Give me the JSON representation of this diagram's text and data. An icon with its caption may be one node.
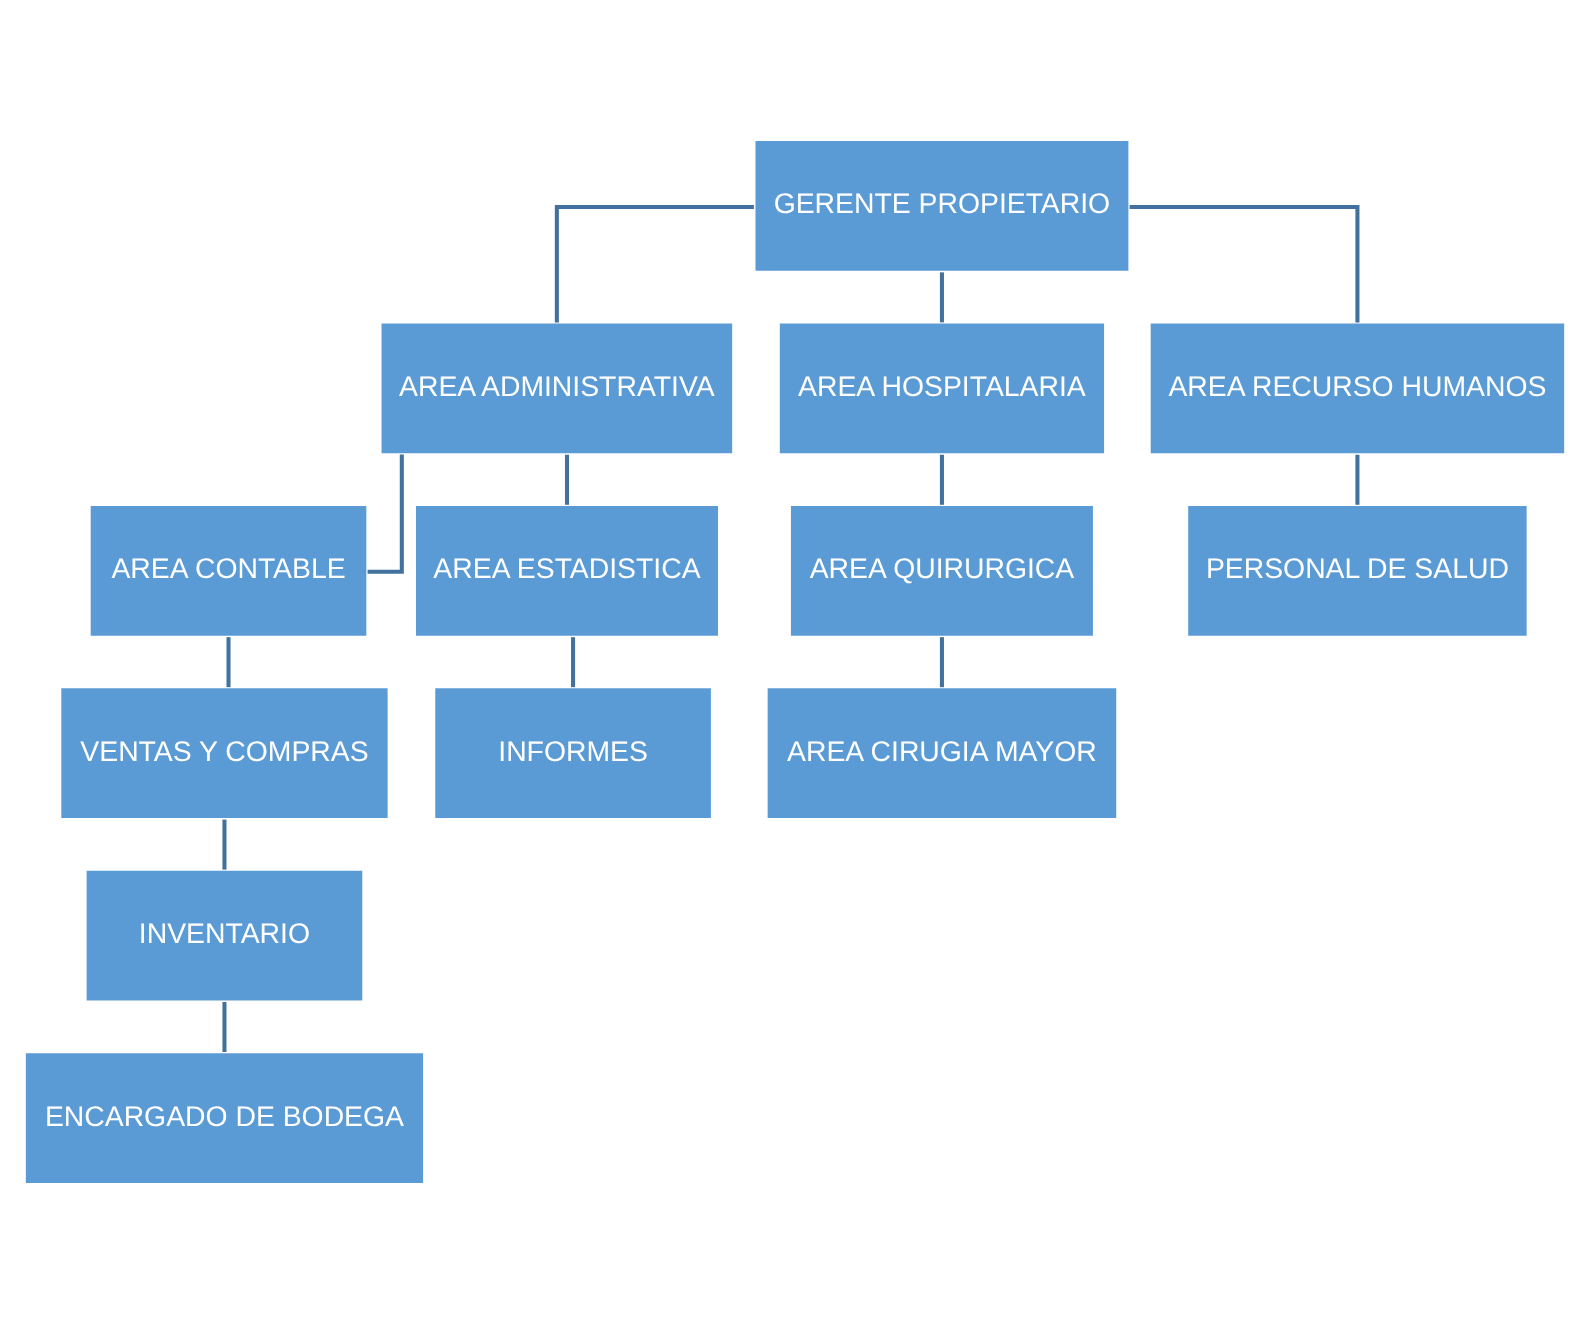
{
  "diagram": {
    "nodes": [
      {
        "text": [
          "GERENTE PROPIETARIO"
        ]
      },
      {
        "text": [
          "AREA ADMINISTRATIVA"
        ]
      },
      {
        "text": [
          "AREA HOSPITALARIA"
        ]
      },
      {
        "text": [
          "AREA RECURSO HUMANOS"
        ]
      },
      {
        "text": [
          "AREA CONTABLE"
        ]
      },
      {
        "text": [
          "AREA ESTADISTICA"
        ]
      },
      {
        "text": [
          "AREA QUIRURGICA"
        ]
      },
      {
        "text": [
          "PERSONAL DE SALUD"
        ]
      },
      {
        "text": [
          "VENTAS Y COMPRAS"
        ]
      },
      {
        "text": [
          "INFORMES"
        ]
      },
      {
        "text": [
          "AREA CIRUGIA MAYOR"
        ]
      },
      {
        "text": [
          "INVENTARIO"
        ]
      },
      {
        "text": [
          "ENCARGADO DE BODEGA"
        ]
      }
    ],
    "edges": [
      {
        "from": 0,
        "to": 1,
        "arrow": "none"
      },
      {
        "from": 0,
        "to": 2,
        "arrow": "none"
      },
      {
        "from": 0,
        "to": 3,
        "arrow": "none"
      },
      {
        "from": 1,
        "to": 4,
        "arrow": "none"
      },
      {
        "from": 1,
        "to": 5,
        "arrow": "none"
      },
      {
        "from": 2,
        "to": 6,
        "arrow": "none"
      },
      {
        "from": 3,
        "to": 7,
        "arrow": "none"
      },
      {
        "from": 4,
        "to": 8,
        "arrow": "none"
      },
      {
        "from": 5,
        "to": 9,
        "arrow": "none"
      },
      {
        "from": 6,
        "to": 10,
        "arrow": "none"
      },
      {
        "from": 8,
        "to": 11,
        "arrow": "none"
      },
      {
        "from": 11,
        "to": 12,
        "arrow": "none"
      }
    ]
  }
}
